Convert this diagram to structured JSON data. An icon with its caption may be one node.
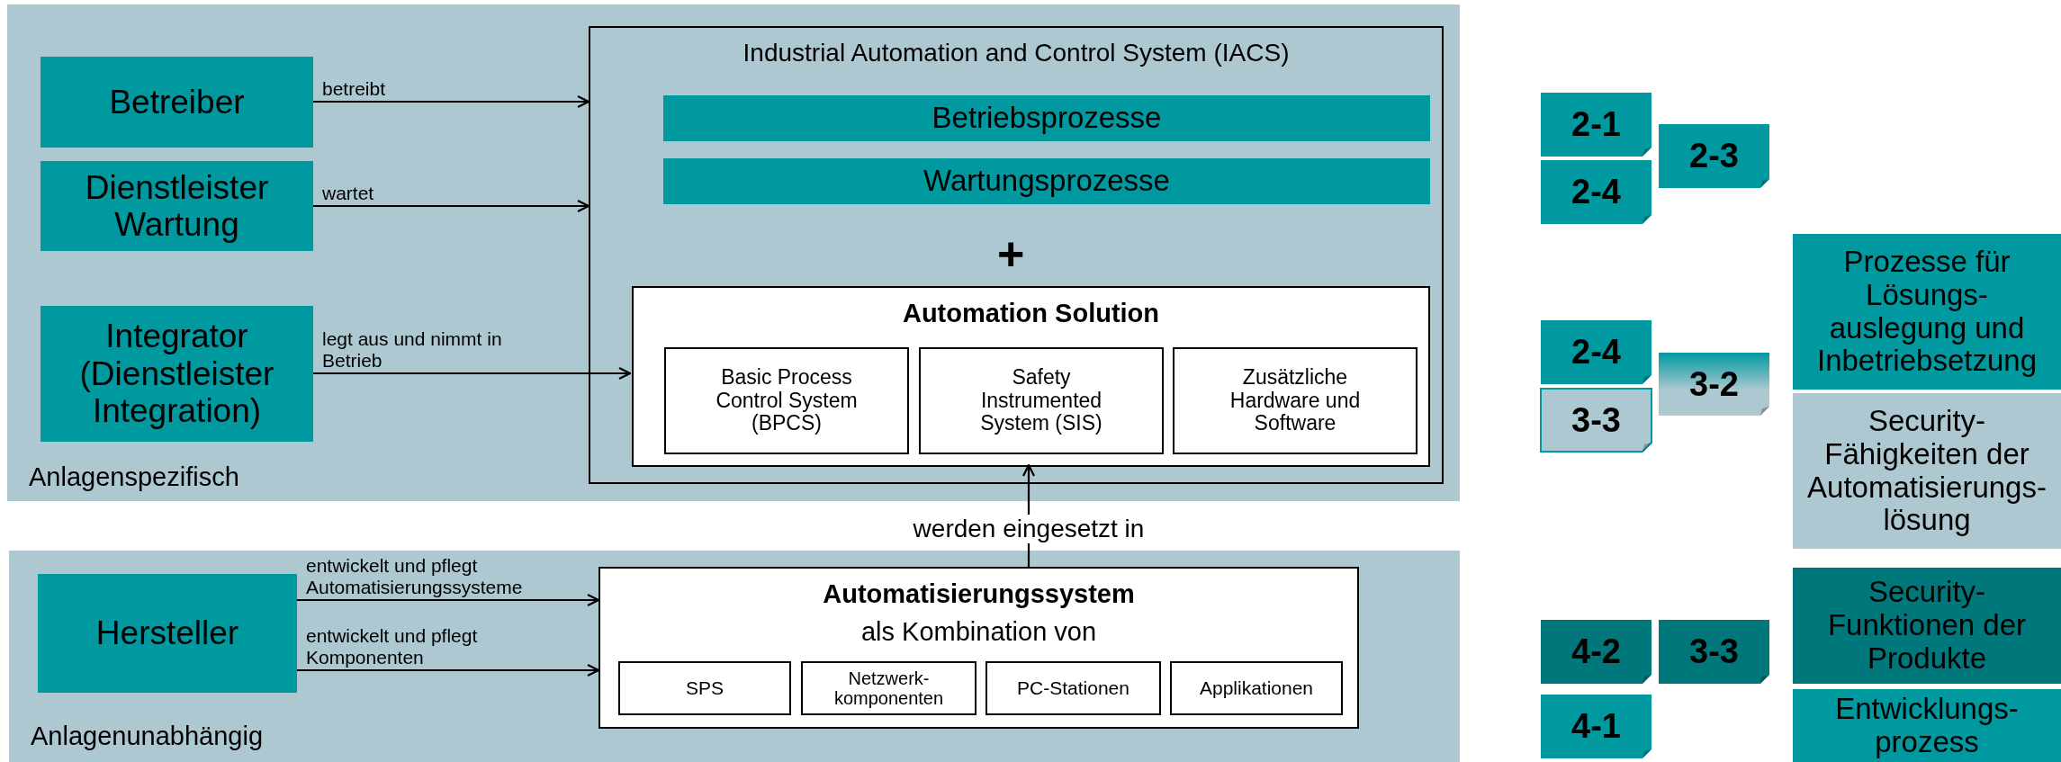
{
  "diagram": {
    "nodes": [
      {
        "text": [
          "Anlagenspezifisch"
        ]
      },
      {
        "text": [
          "Betreiber"
        ],
        "in": 0
      },
      {
        "text": [
          "Dienstleister Wartung"
        ],
        "in": 0
      },
      {
        "text": [
          "Integrator (Dienstleister Integration)"
        ],
        "in": 0
      },
      {
        "text": [
          "Industrial Automation and Control System (IACS)"
        ],
        "in": 0
      },
      {
        "text": [
          "Betriebsprozesse"
        ],
        "in": 4
      },
      {
        "text": [
          "Wartungsprozesse"
        ],
        "in": 4
      },
      {
        "text": [
          "Automation Solution"
        ],
        "in": 4
      },
      {
        "text": [
          "Basic Process Control System (BPCS)"
        ],
        "in": 7
      },
      {
        "text": [
          "Safety Instrumented System (SIS)"
        ],
        "in": 7
      },
      {
        "text": [
          "Zusätzliche Hardware und Software"
        ],
        "in": 7
      },
      {
        "text": [
          "Anlagenunabhängig"
        ]
      },
      {
        "text": [
          "Hersteller"
        ],
        "in": 11
      },
      {
        "text": [
          "Automatisierungssystem",
          "als Kombination von"
        ],
        "in": 11
      },
      {
        "text": [
          "SPS"
        ],
        "in": 13
      },
      {
        "text": [
          "Netzwerk- komponenten"
        ],
        "in": 13
      },
      {
        "text": [
          "PC-Stationen"
        ],
        "in": 13
      },
      {
        "text": [
          "Applikationen"
        ],
        "in": 13
      },
      {
        "text": [
          "2-1"
        ]
      },
      {
        "text": [
          "2-3"
        ]
      },
      {
        "text": [
          "2-4"
        ]
      },
      {
        "text": [
          "2-4"
        ]
      },
      {
        "text": [
          "3-2"
        ]
      },
      {
        "text": [
          "3-3"
        ]
      },
      {
        "text": [
          "4-2"
        ]
      },
      {
        "text": [
          "3-3"
        ]
      },
      {
        "text": [
          "4-1"
        ]
      },
      {
        "text": [
          "Prozesse für Lösungs- auslegung und Inbetriebsetzung"
        ]
      },
      {
        "text": [
          "Security- Fähigkeiten der Automatisierungs- lösung"
        ]
      },
      {
        "text": [
          "Security- Funktionen der Produkte"
        ]
      },
      {
        "text": [
          "Entwicklungs- prozess"
        ]
      }
    ],
    "edges": [
      {
        "from": 1,
        "to": 4,
        "arrow": "to",
        "label": "betreibt"
      },
      {
        "from": 2,
        "to": 4,
        "arrow": "to",
        "label": "wartet"
      },
      {
        "from": 3,
        "to": 7,
        "arrow": "to",
        "label": "legt aus und nimmt in Betrieb"
      },
      {
        "from": 13,
        "to": 7,
        "arrow": "to",
        "label": "werden eingesetzt in"
      },
      {
        "from": 12,
        "to": 13,
        "arrow": "to",
        "label": "entwickelt und pflegt Automatisierungssysteme"
      },
      {
        "from": 12,
        "to": 13,
        "arrow": "to",
        "label": "entwickelt und pflegt Komponenten"
      }
    ],
    "labels": [
      "+"
    ]
  }
}
